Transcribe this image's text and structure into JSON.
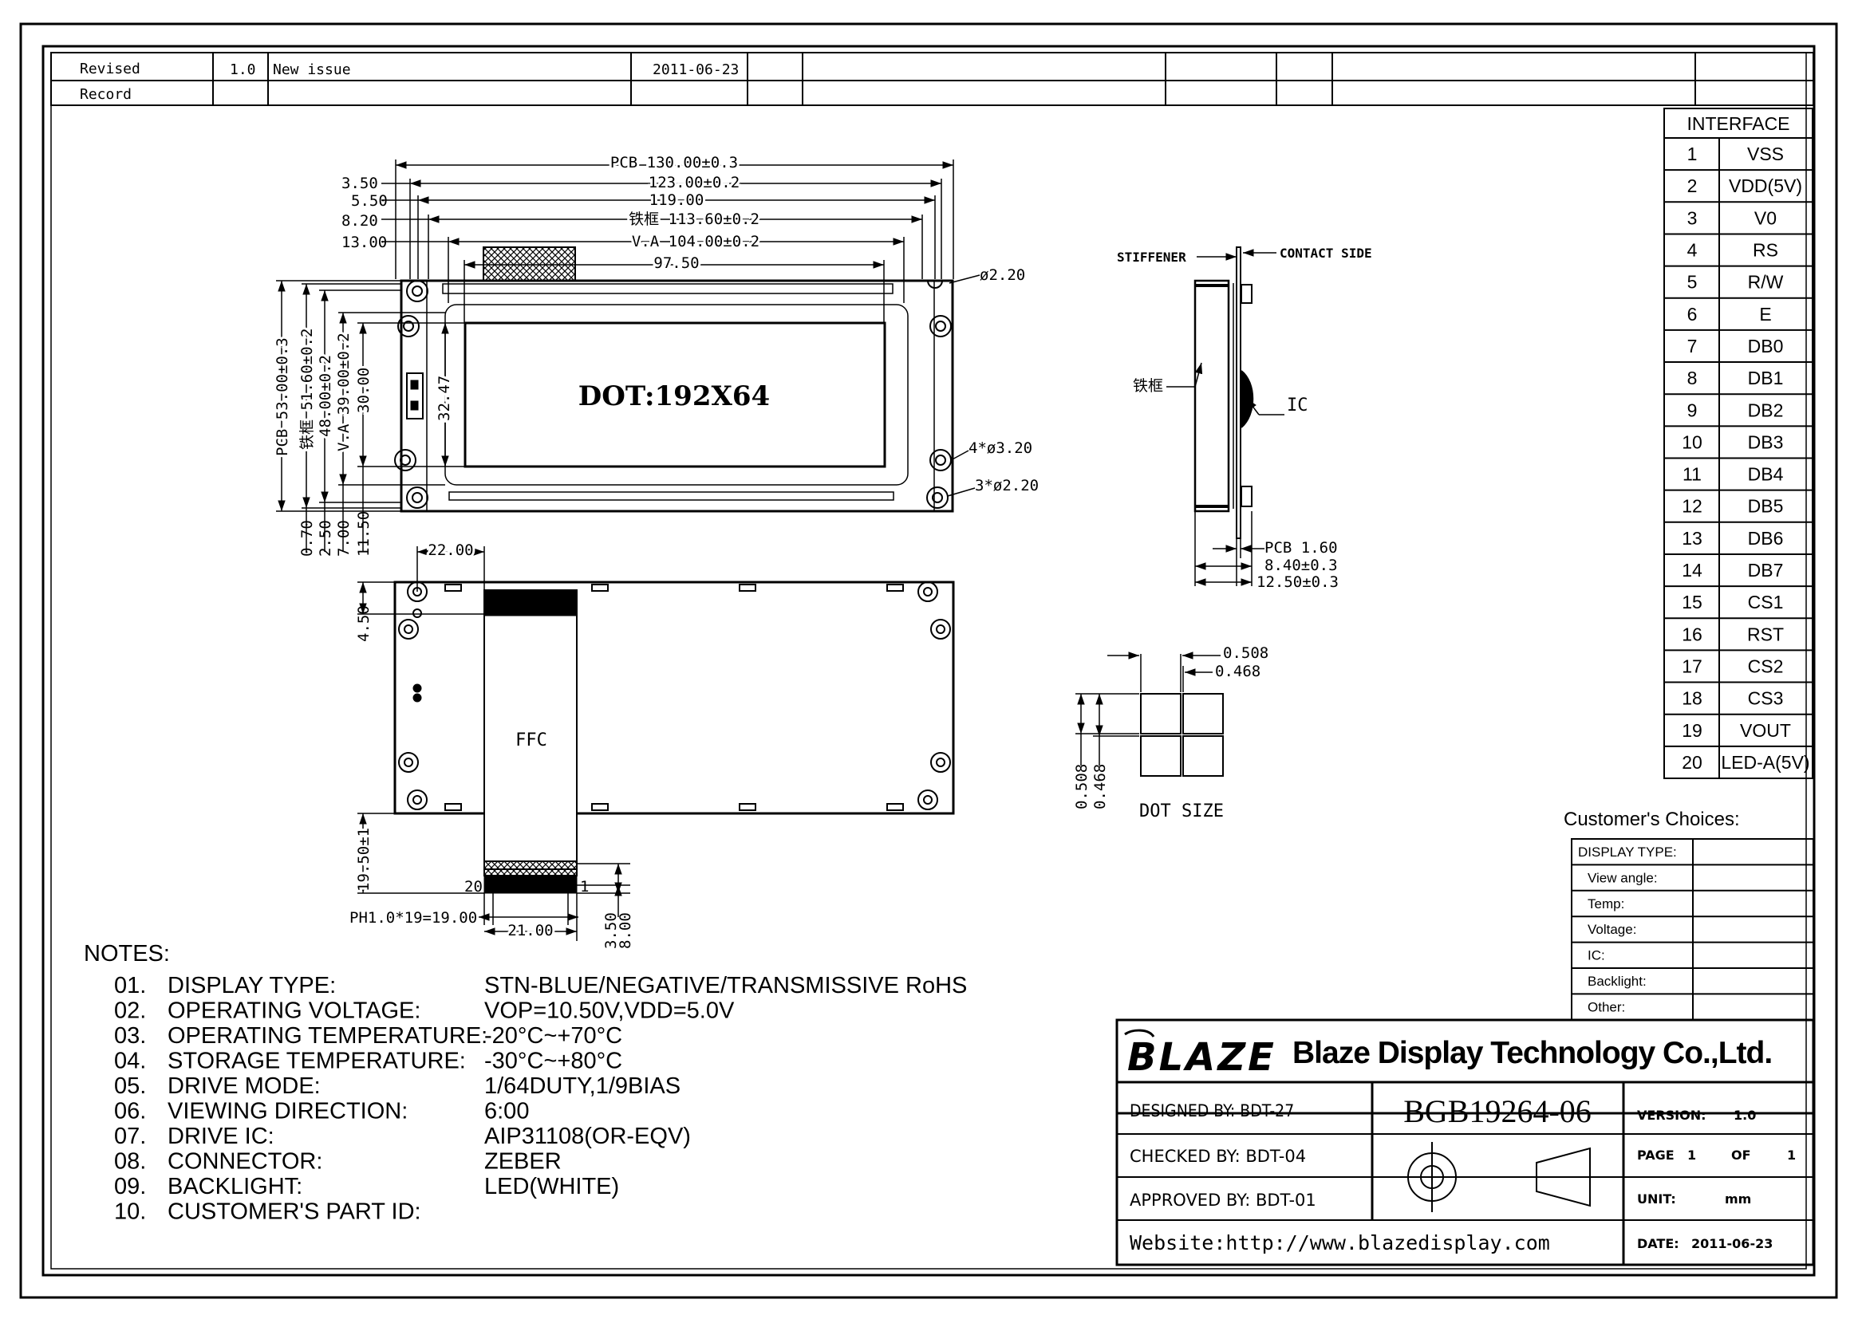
{
  "revision": {
    "label_line1": "Revised",
    "label_line2": "Record",
    "version": "1.0",
    "description": "New issue",
    "date": "2011-06-23"
  },
  "front_view": {
    "top_dims": [
      "PCB 130.00±0.3",
      "123.00±0.2",
      "119.00",
      "铁框 113.60±0.2",
      "V.A 104.00±0.2",
      "97.50"
    ],
    "left_offsets": [
      "3.50",
      "5.50",
      "8.20",
      "13.00"
    ],
    "left_dims": [
      "PCB 53.00±0.3",
      "铁框 51.60±0.2",
      "48.00±0.2",
      "V.A 39.00±0.2",
      "30.00"
    ],
    "bottom_offsets": [
      "0.70",
      "2.50",
      "7.00",
      "11.50"
    ],
    "inner_height": "32.47",
    "display_text": "DOT:192X64",
    "hole_labels": [
      "ø2.20",
      "4*ø3.20",
      "3*ø2.20"
    ]
  },
  "rear_view": {
    "dims": [
      "22.00",
      "4.50",
      "19.50±1",
      "PH1.0*19=19.00",
      "21.00",
      "3.50",
      "8.00"
    ],
    "ffc_label": "FFC",
    "pin_first": "20",
    "pin_last": "1"
  },
  "side_view": {
    "labels": [
      "STIFFENER",
      "CONTACT SIDE",
      "铁框",
      "IC"
    ],
    "dims": [
      "PCB 1.60",
      "8.40±0.3",
      "12.50±0.3"
    ]
  },
  "dot_size": {
    "title": "DOT SIZE",
    "dims": [
      "0.508",
      "0.468"
    ]
  },
  "interface": {
    "title": "INTERFACE",
    "pins": [
      {
        "no": "1",
        "name": "VSS"
      },
      {
        "no": "2",
        "name": "VDD(5V)"
      },
      {
        "no": "3",
        "name": "V0"
      },
      {
        "no": "4",
        "name": "RS"
      },
      {
        "no": "5",
        "name": "R/W"
      },
      {
        "no": "6",
        "name": "E"
      },
      {
        "no": "7",
        "name": "DB0"
      },
      {
        "no": "8",
        "name": "DB1"
      },
      {
        "no": "9",
        "name": "DB2"
      },
      {
        "no": "10",
        "name": "DB3"
      },
      {
        "no": "11",
        "name": "DB4"
      },
      {
        "no": "12",
        "name": "DB5"
      },
      {
        "no": "13",
        "name": "DB6"
      },
      {
        "no": "14",
        "name": "DB7"
      },
      {
        "no": "15",
        "name": "CS1"
      },
      {
        "no": "16",
        "name": "RST"
      },
      {
        "no": "17",
        "name": "CS2"
      },
      {
        "no": "18",
        "name": "CS3"
      },
      {
        "no": "19",
        "name": "VOUT"
      },
      {
        "no": "20",
        "name": "LED-A(5V)"
      }
    ]
  },
  "customer": {
    "title": "Customer's Choices:",
    "rows": [
      "DISPLAY TYPE:",
      "View angle:",
      "Temp:",
      "Voltage:",
      "IC:",
      "Backlight:",
      "Other:"
    ]
  },
  "notes": {
    "title": "NOTES:",
    "items": [
      {
        "no": "01.",
        "label": "DISPLAY TYPE:",
        "value": "STN-BLUE/NEGATIVE/TRANSMISSIVE RoHS"
      },
      {
        "no": "02.",
        "label": "OPERATING VOLTAGE:",
        "value": "VOP=10.50V,VDD=5.0V"
      },
      {
        "no": "03.",
        "label": "OPERATING TEMPERATURE:",
        "value": "-20°C~+70°C"
      },
      {
        "no": "04.",
        "label": "STORAGE TEMPERATURE:",
        "value": "-30°C~+80°C"
      },
      {
        "no": "05.",
        "label": "DRIVE MODE:",
        "value": "1/64DUTY,1/9BIAS"
      },
      {
        "no": "06.",
        "label": "VIEWING DIRECTION:",
        "value": "6:00"
      },
      {
        "no": "07.",
        "label": "DRIVE IC:",
        "value": "AIP31108(OR-EQV)"
      },
      {
        "no": "08.",
        "label": "CONNECTOR:",
        "value": "ZEBER"
      },
      {
        "no": "09.",
        "label": "BACKLIGHT:",
        "value": "LED(WHITE)"
      },
      {
        "no": "10.",
        "label": "CUSTOMER'S PART ID:",
        "value": ""
      }
    ]
  },
  "title_block": {
    "logo": "BLAZE",
    "company": "Blaze Display Technology Co.,Ltd.",
    "designed_by": "DESIGNED BY: BDT-27",
    "checked_by": "CHECKED BY: BDT-04",
    "approved_by": "APPROVED BY: BDT-01",
    "website": "Website:http://www.blazedisplay.com",
    "part_number": "BGB19264-06",
    "version_label": "VERSION:",
    "version": "1.0",
    "page_label": "PAGE",
    "page": "1",
    "of_label": "OF",
    "pages": "1",
    "unit_label": "UNIT:",
    "unit": "mm",
    "date_label": "DATE:",
    "date": "2011-06-23"
  }
}
